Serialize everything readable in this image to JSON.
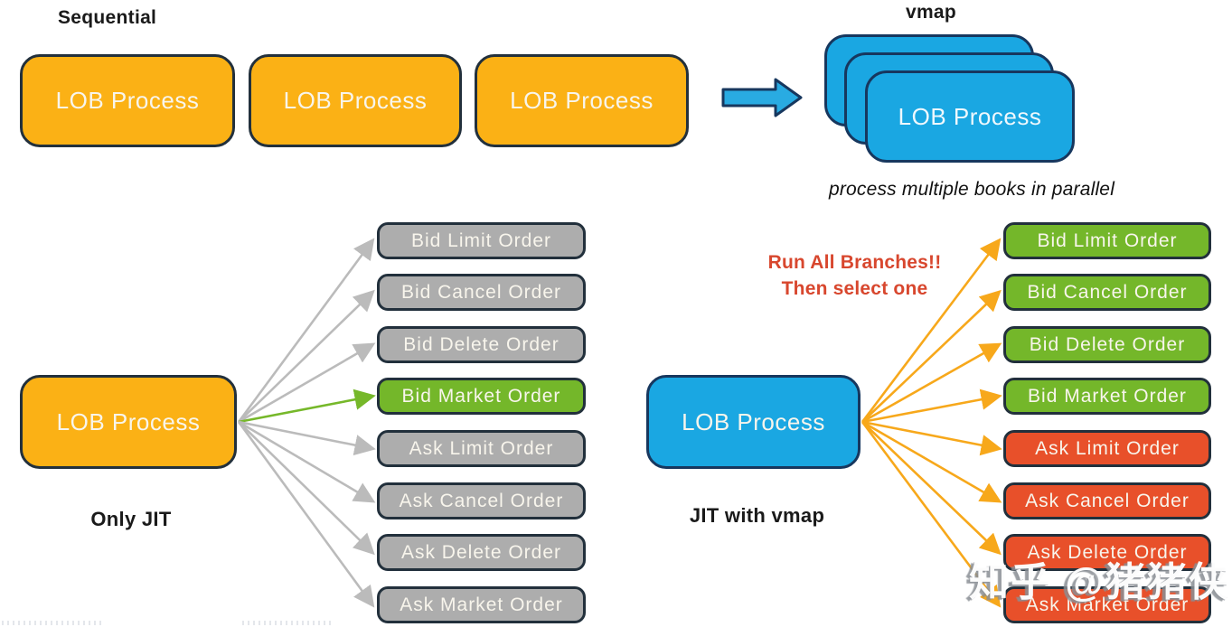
{
  "colors": {
    "orange": "#FBB115",
    "blue": "#1AA7E2",
    "gray": "#ADADAD",
    "green": "#74B72A",
    "red": "#E8502A",
    "border": "#22303C",
    "gray_arrow": "#BBBBBB",
    "green_arrow": "#76B82A",
    "orange_arrow": "#F7A81B",
    "red_text": "#D8472E"
  },
  "sequential": {
    "label": "Sequential",
    "boxes": [
      "LOB Process",
      "LOB Process",
      "LOB Process"
    ]
  },
  "vmap": {
    "label": "vmap",
    "box_label": "LOB Process",
    "caption": "process multiple books in parallel"
  },
  "jit_only": {
    "process_label": "LOB Process",
    "caption": "Only JIT",
    "orders": [
      {
        "label": "Bid Limit Order",
        "color": "gray"
      },
      {
        "label": "Bid Cancel Order",
        "color": "gray"
      },
      {
        "label": "Bid Delete Order",
        "color": "gray"
      },
      {
        "label": "Bid Market Order",
        "color": "green"
      },
      {
        "label": "Ask Limit Order",
        "color": "gray"
      },
      {
        "label": "Ask Cancel Order",
        "color": "gray"
      },
      {
        "label": "Ask Delete Order",
        "color": "gray"
      },
      {
        "label": "Ask Market Order",
        "color": "gray"
      }
    ]
  },
  "jit_vmap": {
    "process_label": "LOB Process",
    "caption": "JIT with vmap",
    "note_line1": "Run All Branches!!",
    "note_line2": "Then select one",
    "orders": [
      {
        "label": "Bid Limit Order",
        "color": "green"
      },
      {
        "label": "Bid Cancel Order",
        "color": "green"
      },
      {
        "label": "Bid Delete Order",
        "color": "green"
      },
      {
        "label": "Bid Market Order",
        "color": "green"
      },
      {
        "label": "Ask Limit Order",
        "color": "red"
      },
      {
        "label": "Ask Cancel Order",
        "color": "red"
      },
      {
        "label": "Ask Delete Order",
        "color": "red"
      },
      {
        "label": "Ask Market Order",
        "color": "red"
      }
    ]
  },
  "watermark": "知乎 @猪猪侠"
}
